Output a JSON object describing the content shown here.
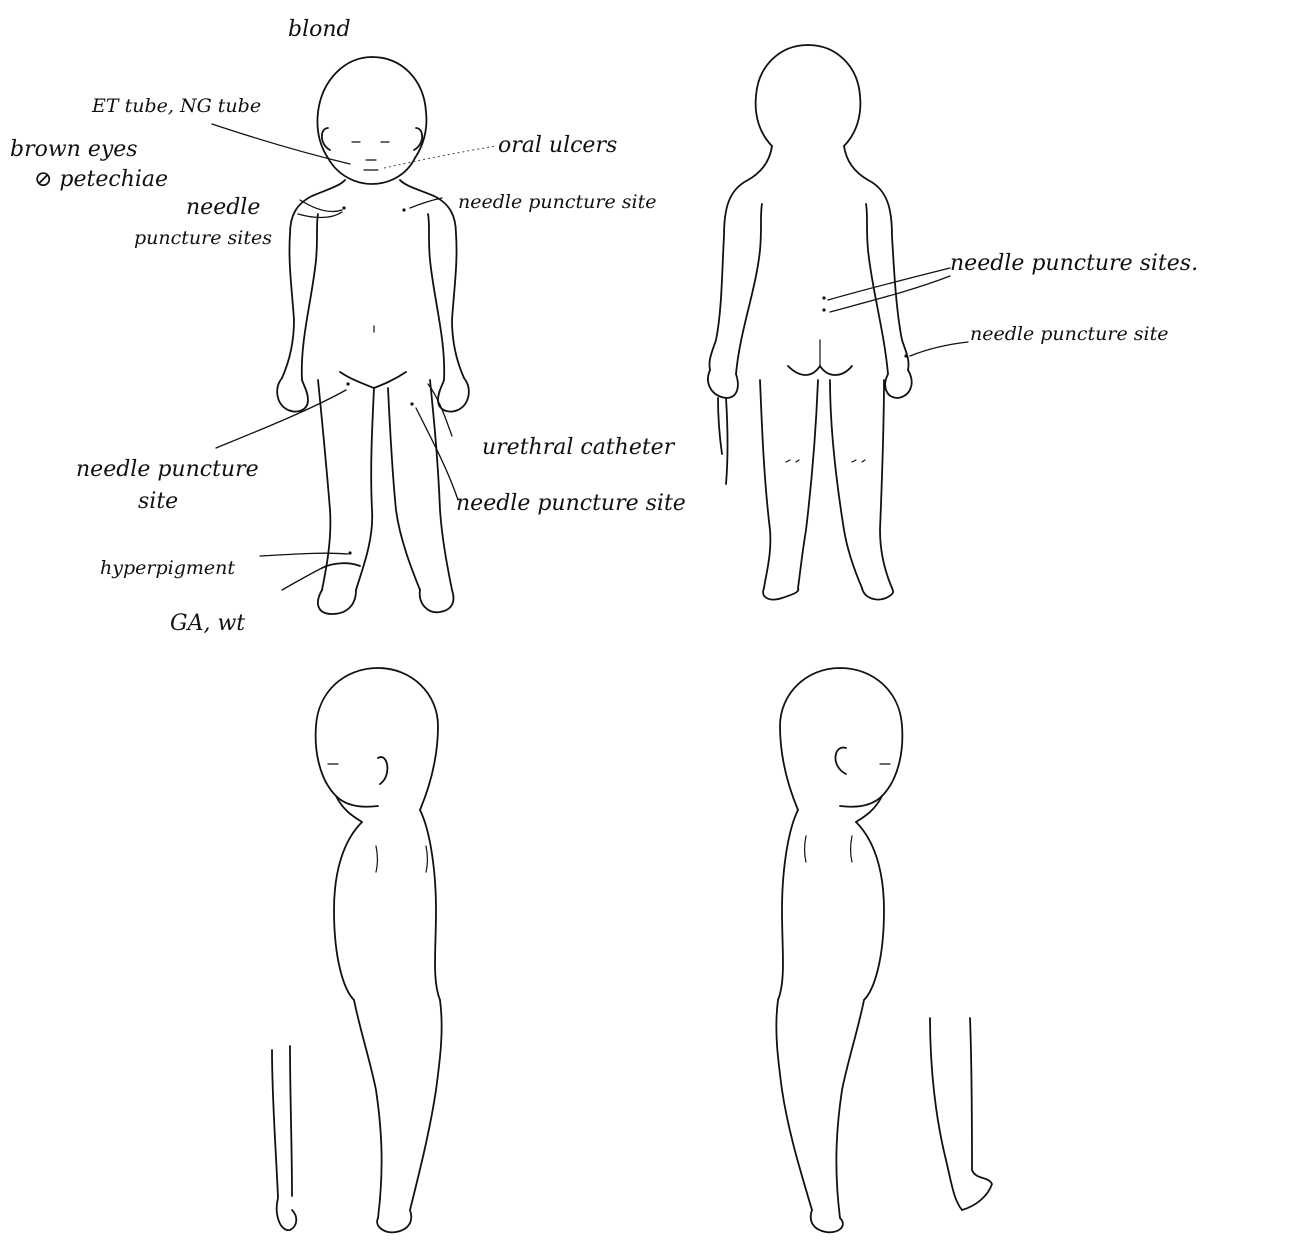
{
  "diagram": {
    "views": [
      "anterior",
      "posterior",
      "left-lateral",
      "right-lateral"
    ],
    "front_annotations": {
      "hair": "blond",
      "tubes": "ET tube, NG tube",
      "eyes": "brown eyes",
      "petechiae": "⊘ petechiae",
      "neck_sites_line1": "needle",
      "neck_sites_line2": "puncture sites",
      "oral": "oral ulcers",
      "shoulder_site": "needle puncture site",
      "groin_site_line1": "needle puncture",
      "groin_site_line2": "site",
      "catheter": "urethral catheter",
      "thigh_site": "needle puncture site",
      "ankle_pigment": "hyperpigment",
      "ankle_label": "GA, wt"
    },
    "back_annotations": {
      "lumbar_sites": "needle puncture sites.",
      "hand_site": "needle puncture site"
    }
  }
}
